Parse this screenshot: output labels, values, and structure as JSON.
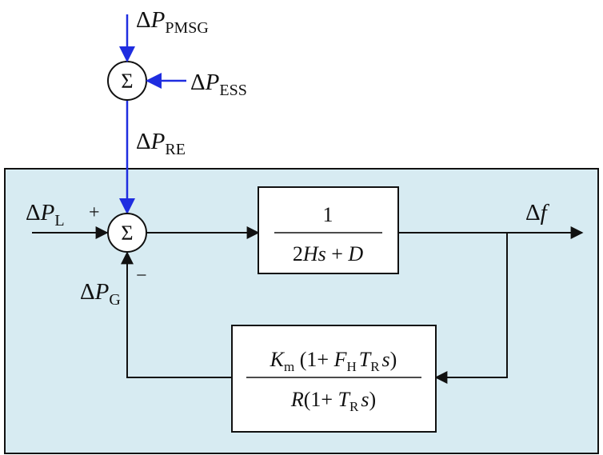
{
  "colors": {
    "background_panel": "#d7ebf2",
    "outer_input_arrows": "#1f2de0",
    "lines": "#111111"
  },
  "inputs": {
    "pmsg": {
      "delta": "Δ",
      "var": "P",
      "sub": "PMSG"
    },
    "ess": {
      "delta": "Δ",
      "var": "P",
      "sub": "ESS"
    },
    "re": {
      "delta": "Δ",
      "var": "P",
      "sub": "RE"
    },
    "load": {
      "delta": "Δ",
      "var": "P",
      "sub": "L"
    },
    "gen": {
      "delta": "Δ",
      "var": "P",
      "sub": "G"
    }
  },
  "output": {
    "delta": "Δ",
    "var": "f"
  },
  "summing_junction_symbol": "Σ",
  "signs": {
    "plus": "+",
    "minus": "−"
  },
  "plant_block": {
    "numerator": "1",
    "denominator": {
      "coef": "2",
      "H": "H",
      "s": "s",
      "plus": " + ",
      "D": "D"
    }
  },
  "feedback_block": {
    "numerator": {
      "K": "K",
      "K_sub": "m",
      "open": " (1+ ",
      "F": "F",
      "F_sub": "H",
      "T": "T",
      "T_sub": "R",
      "s": "s",
      "close": ")"
    },
    "denominator": {
      "R": "R",
      "open": "(1+ ",
      "T": "T",
      "T_sub": "R",
      "s": "s",
      "close": ")"
    }
  }
}
